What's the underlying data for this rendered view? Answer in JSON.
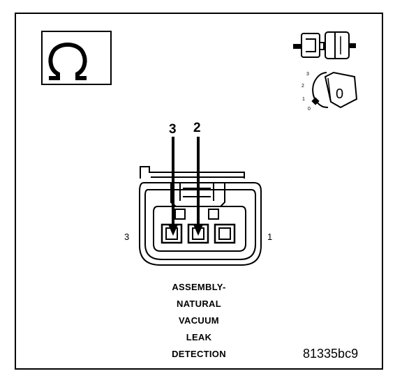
{
  "ohm_symbol": "Ω",
  "key_positions": [
    "3",
    "2",
    "1",
    "0"
  ],
  "key_label": "0",
  "probe_labels": [
    "3",
    "2"
  ],
  "pin_labels": {
    "left": "3",
    "right": "1"
  },
  "title_lines": [
    "ASSEMBLY-",
    "NATURAL",
    "VACUUM",
    "LEAK",
    "DETECTION"
  ],
  "figure_id": "81335bc9"
}
